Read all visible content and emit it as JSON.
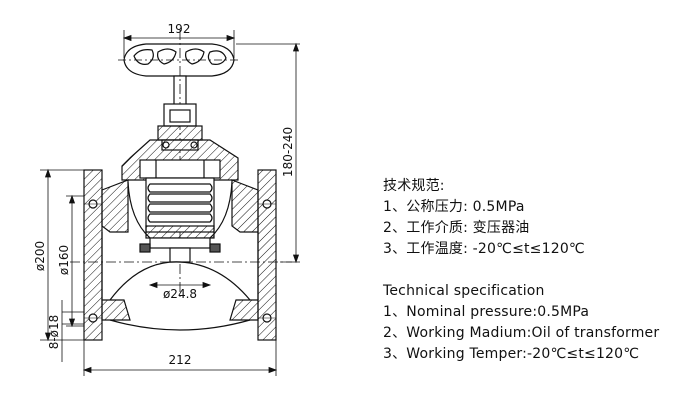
{
  "drawing": {
    "title": "Globe valve drawing",
    "dimensions": {
      "handwheel_width": "192",
      "height_range": "180-240",
      "flange_diameter": "ø200",
      "bolt_circle_diameter": "ø160",
      "bore_diameter": "ø24.8",
      "bolt_holes": "8-ø18",
      "face_to_face": "212"
    }
  },
  "spec_cn": {
    "title": "技术规范:",
    "items": [
      "1、公称压力: 0.5MPa",
      "2、工作介质: 变压器油",
      "3、工作温度: -20℃≤t≤120℃"
    ]
  },
  "spec_en": {
    "title": "Technical specification",
    "items": [
      "1、Nominal pressure:0.5MPa",
      "2、Working Madium:Oil of transformer",
      "3、Working Temper:-20℃≤t≤120℃"
    ]
  },
  "colors": {
    "line": "#111111",
    "background": "#ffffff"
  }
}
